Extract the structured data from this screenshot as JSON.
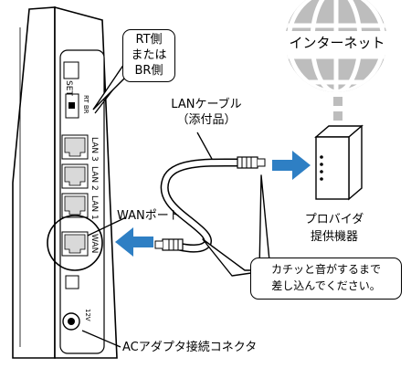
{
  "labels": {
    "internet": "インターネット",
    "rt_line1": "RT側",
    "rt_line2": "または",
    "rt_line3": "BR側",
    "lan_cable_line1": "LANケーブル",
    "lan_cable_line2": "（添付品）",
    "wan_port": "WANポート",
    "provider_line1": "プロバイダ",
    "provider_line2": "提供機器",
    "click_line1": "カチッと音がするまで",
    "click_line2": "差し込んでください。",
    "ac_connector": "ACアダプタ接続コネクタ"
  },
  "device_text": {
    "set": "SET",
    "rt_br": "RT BR",
    "lan3": "LAN 3",
    "lan2": "LAN 2",
    "lan1": "LAN 1",
    "wan": "WAN",
    "power": "12V"
  },
  "colors": {
    "arrow": "#2e7fc4",
    "outline": "#000000",
    "globe": "#9a9a9a"
  }
}
